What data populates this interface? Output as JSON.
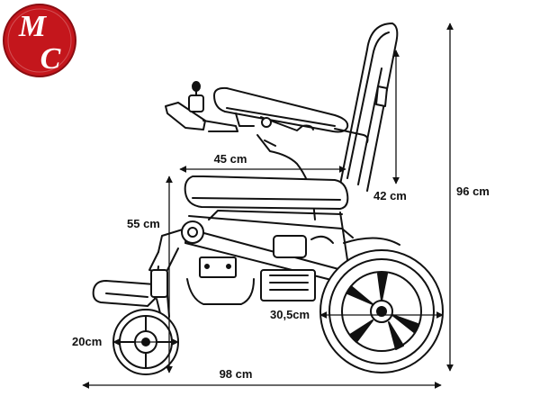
{
  "logo": {
    "top_letter": "M",
    "bottom_letter": "C",
    "color": "#c4161c"
  },
  "dimensions": {
    "seat_depth": "45 cm",
    "seat_height": "55 cm",
    "backrest_height": "42 cm",
    "total_height": "96 cm",
    "front_wheel": "20cm",
    "rear_wheel": "30,5cm",
    "total_length": "98 cm"
  },
  "colors": {
    "line": "#111111",
    "background": "#ffffff"
  }
}
